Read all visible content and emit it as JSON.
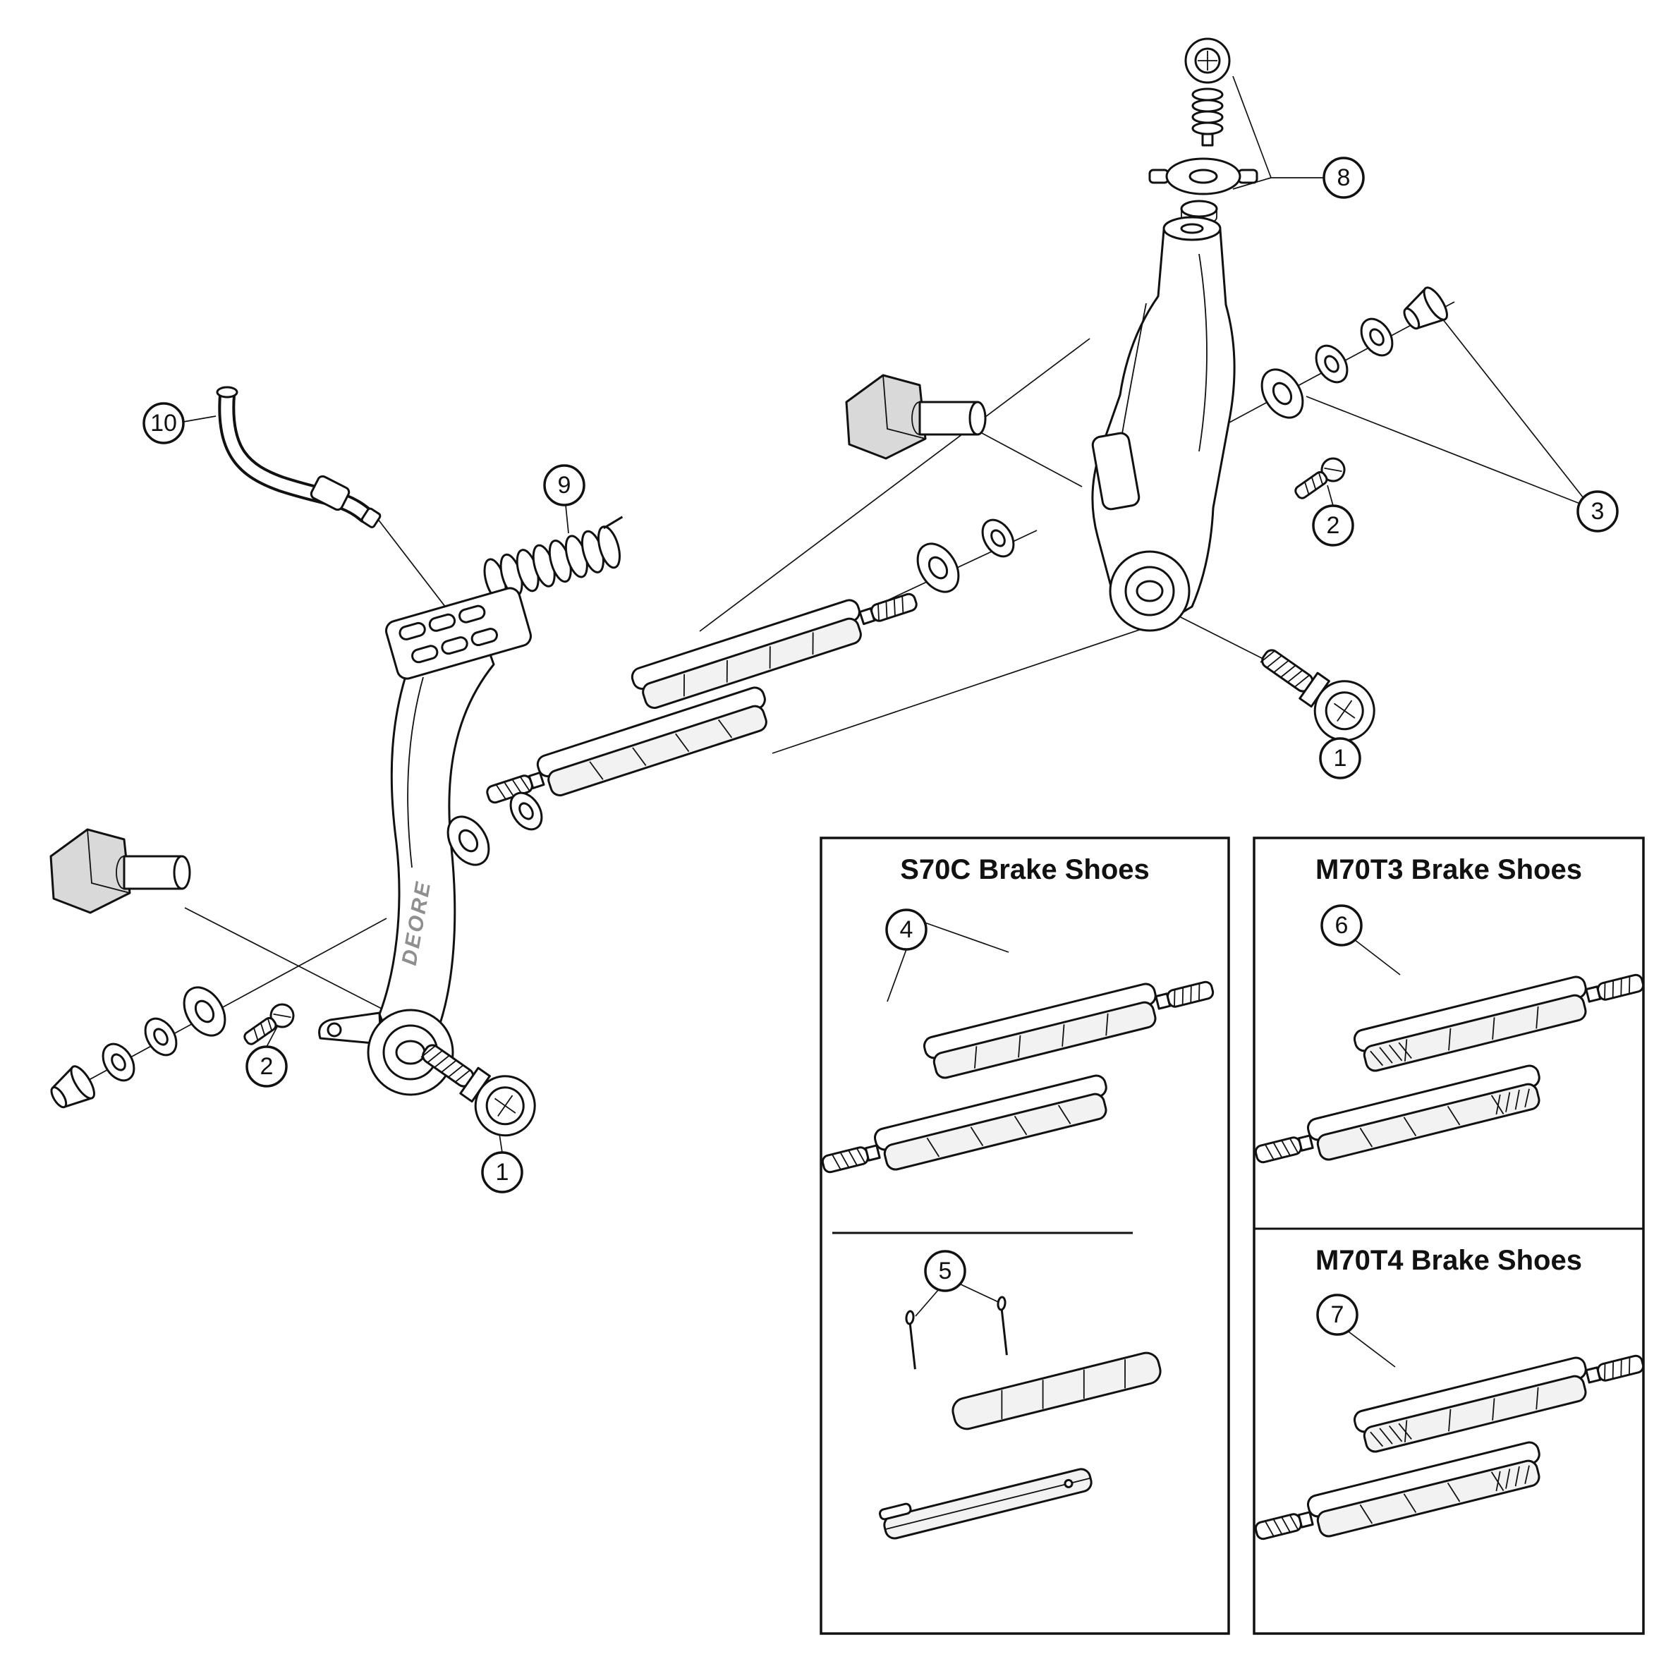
{
  "figure": {
    "brand_label": "DEORE",
    "callouts": [
      "1",
      "2",
      "3",
      "4",
      "5",
      "6",
      "7",
      "8",
      "9",
      "10"
    ],
    "panels": {
      "s70c": {
        "title": "S70C Brake Shoes"
      },
      "m70t3": {
        "title": "M70T3 Brake Shoes"
      },
      "m70t4": {
        "title": "M70T4 Brake Shoes"
      }
    },
    "colors": {
      "line": "#111111",
      "background": "#ffffff",
      "shade": "#d9d9d9"
    }
  }
}
